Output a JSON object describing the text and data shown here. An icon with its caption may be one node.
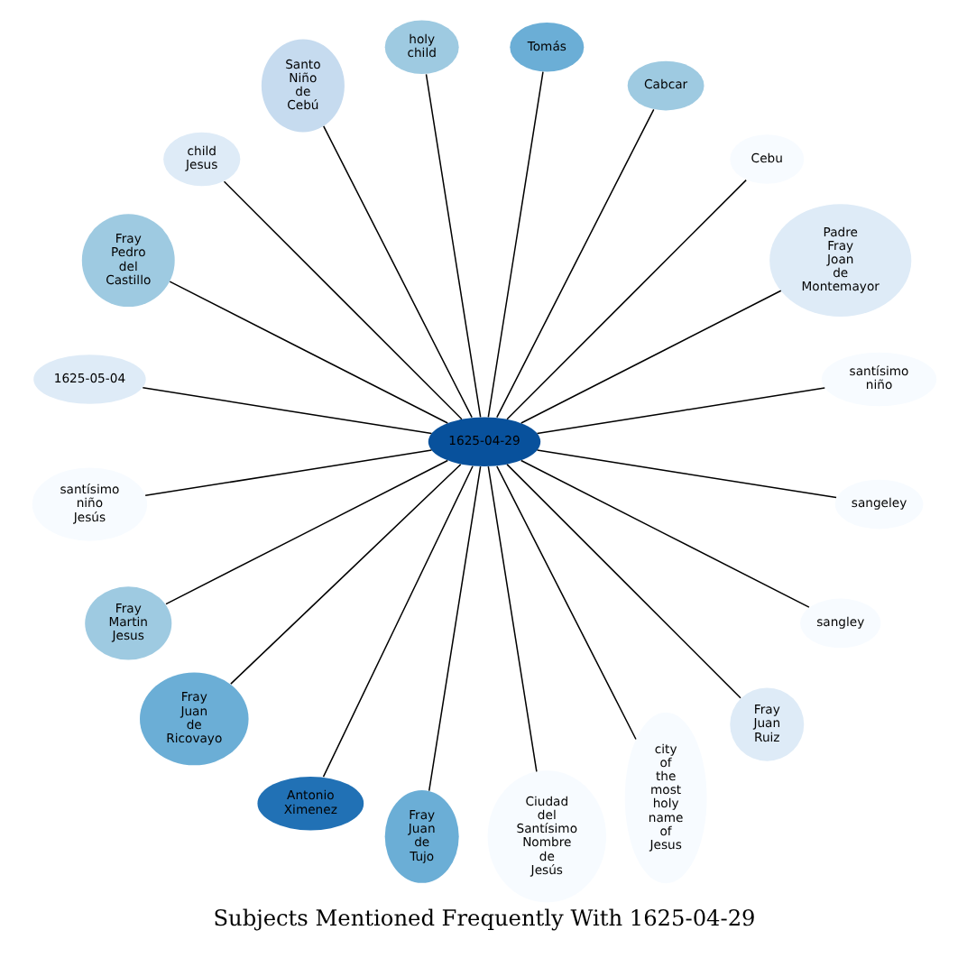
{
  "diagram": {
    "title": "Subjects Mentioned Frequently With 1625-04-29",
    "nodes": [
      {
        "text": [
          "1625-04-29"
        ]
      },
      {
        "text": [
          "santísimo niño"
        ]
      },
      {
        "text": [
          "Padre Fray Joan de Montemayor"
        ]
      },
      {
        "text": [
          "Cebu"
        ]
      },
      {
        "text": [
          "Cabcar"
        ]
      },
      {
        "text": [
          "Tomás"
        ]
      },
      {
        "text": [
          "holy child"
        ]
      },
      {
        "text": [
          "Santo Niño de Cebú"
        ]
      },
      {
        "text": [
          "child Jesus"
        ]
      },
      {
        "text": [
          "Fray Pedro del Castillo"
        ]
      },
      {
        "text": [
          "1625-05-04"
        ]
      },
      {
        "text": [
          "santísimo niño Jesús"
        ]
      },
      {
        "text": [
          "Fray Martin Jesus"
        ]
      },
      {
        "text": [
          "Fray Juan de Ricovayo"
        ]
      },
      {
        "text": [
          "Antonio Ximenez"
        ]
      },
      {
        "text": [
          "Fray Juan de Tujo"
        ]
      },
      {
        "text": [
          "Ciudad del Santísimo Nombre de Jesús"
        ]
      },
      {
        "text": [
          "city of the most holy name of Jesus"
        ]
      },
      {
        "text": [
          "Fray Juan Ruiz"
        ]
      },
      {
        "text": [
          "sangley"
        ]
      },
      {
        "text": [
          "sangeley"
        ]
      }
    ],
    "edges": [
      {
        "from": 0,
        "to": 1,
        "arrow": "none"
      },
      {
        "from": 0,
        "to": 2,
        "arrow": "none"
      },
      {
        "from": 0,
        "to": 3,
        "arrow": "none"
      },
      {
        "from": 0,
        "to": 4,
        "arrow": "none"
      },
      {
        "from": 0,
        "to": 5,
        "arrow": "none"
      },
      {
        "from": 0,
        "to": 6,
        "arrow": "none"
      },
      {
        "from": 0,
        "to": 7,
        "arrow": "none"
      },
      {
        "from": 0,
        "to": 8,
        "arrow": "none"
      },
      {
        "from": 0,
        "to": 9,
        "arrow": "none"
      },
      {
        "from": 0,
        "to": 10,
        "arrow": "none"
      },
      {
        "from": 0,
        "to": 11,
        "arrow": "none"
      },
      {
        "from": 0,
        "to": 12,
        "arrow": "none"
      },
      {
        "from": 0,
        "to": 13,
        "arrow": "none"
      },
      {
        "from": 0,
        "to": 14,
        "arrow": "none"
      },
      {
        "from": 0,
        "to": 15,
        "arrow": "none"
      },
      {
        "from": 0,
        "to": 16,
        "arrow": "none"
      },
      {
        "from": 0,
        "to": 17,
        "arrow": "none"
      },
      {
        "from": 0,
        "to": 18,
        "arrow": "none"
      },
      {
        "from": 0,
        "to": 19,
        "arrow": "none"
      },
      {
        "from": 0,
        "to": 20,
        "arrow": "none"
      }
    ]
  }
}
